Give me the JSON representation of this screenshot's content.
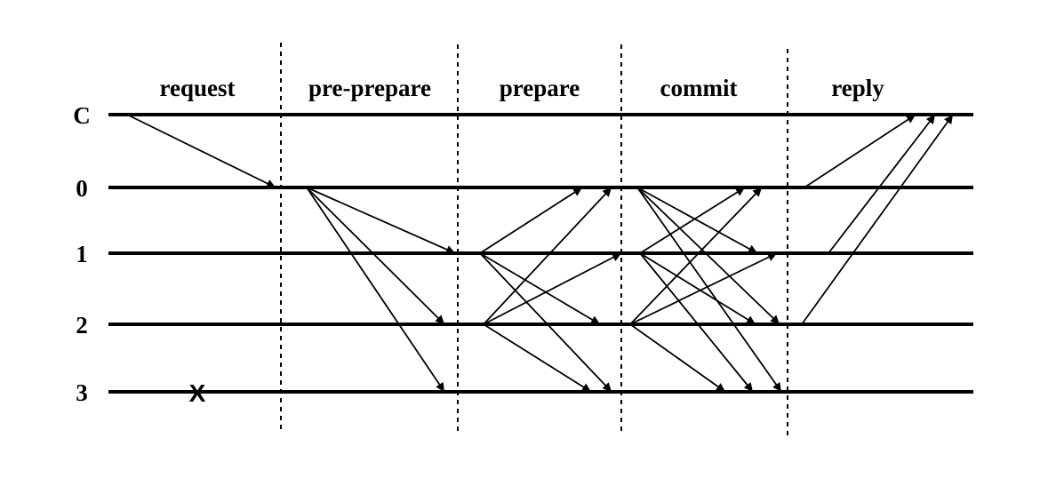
{
  "phases": [
    "request",
    "pre-prepare",
    "prepare",
    "commit",
    "reply"
  ],
  "rows": [
    "C",
    "0",
    "1",
    "2",
    "3"
  ],
  "failure_mark": "X"
}
